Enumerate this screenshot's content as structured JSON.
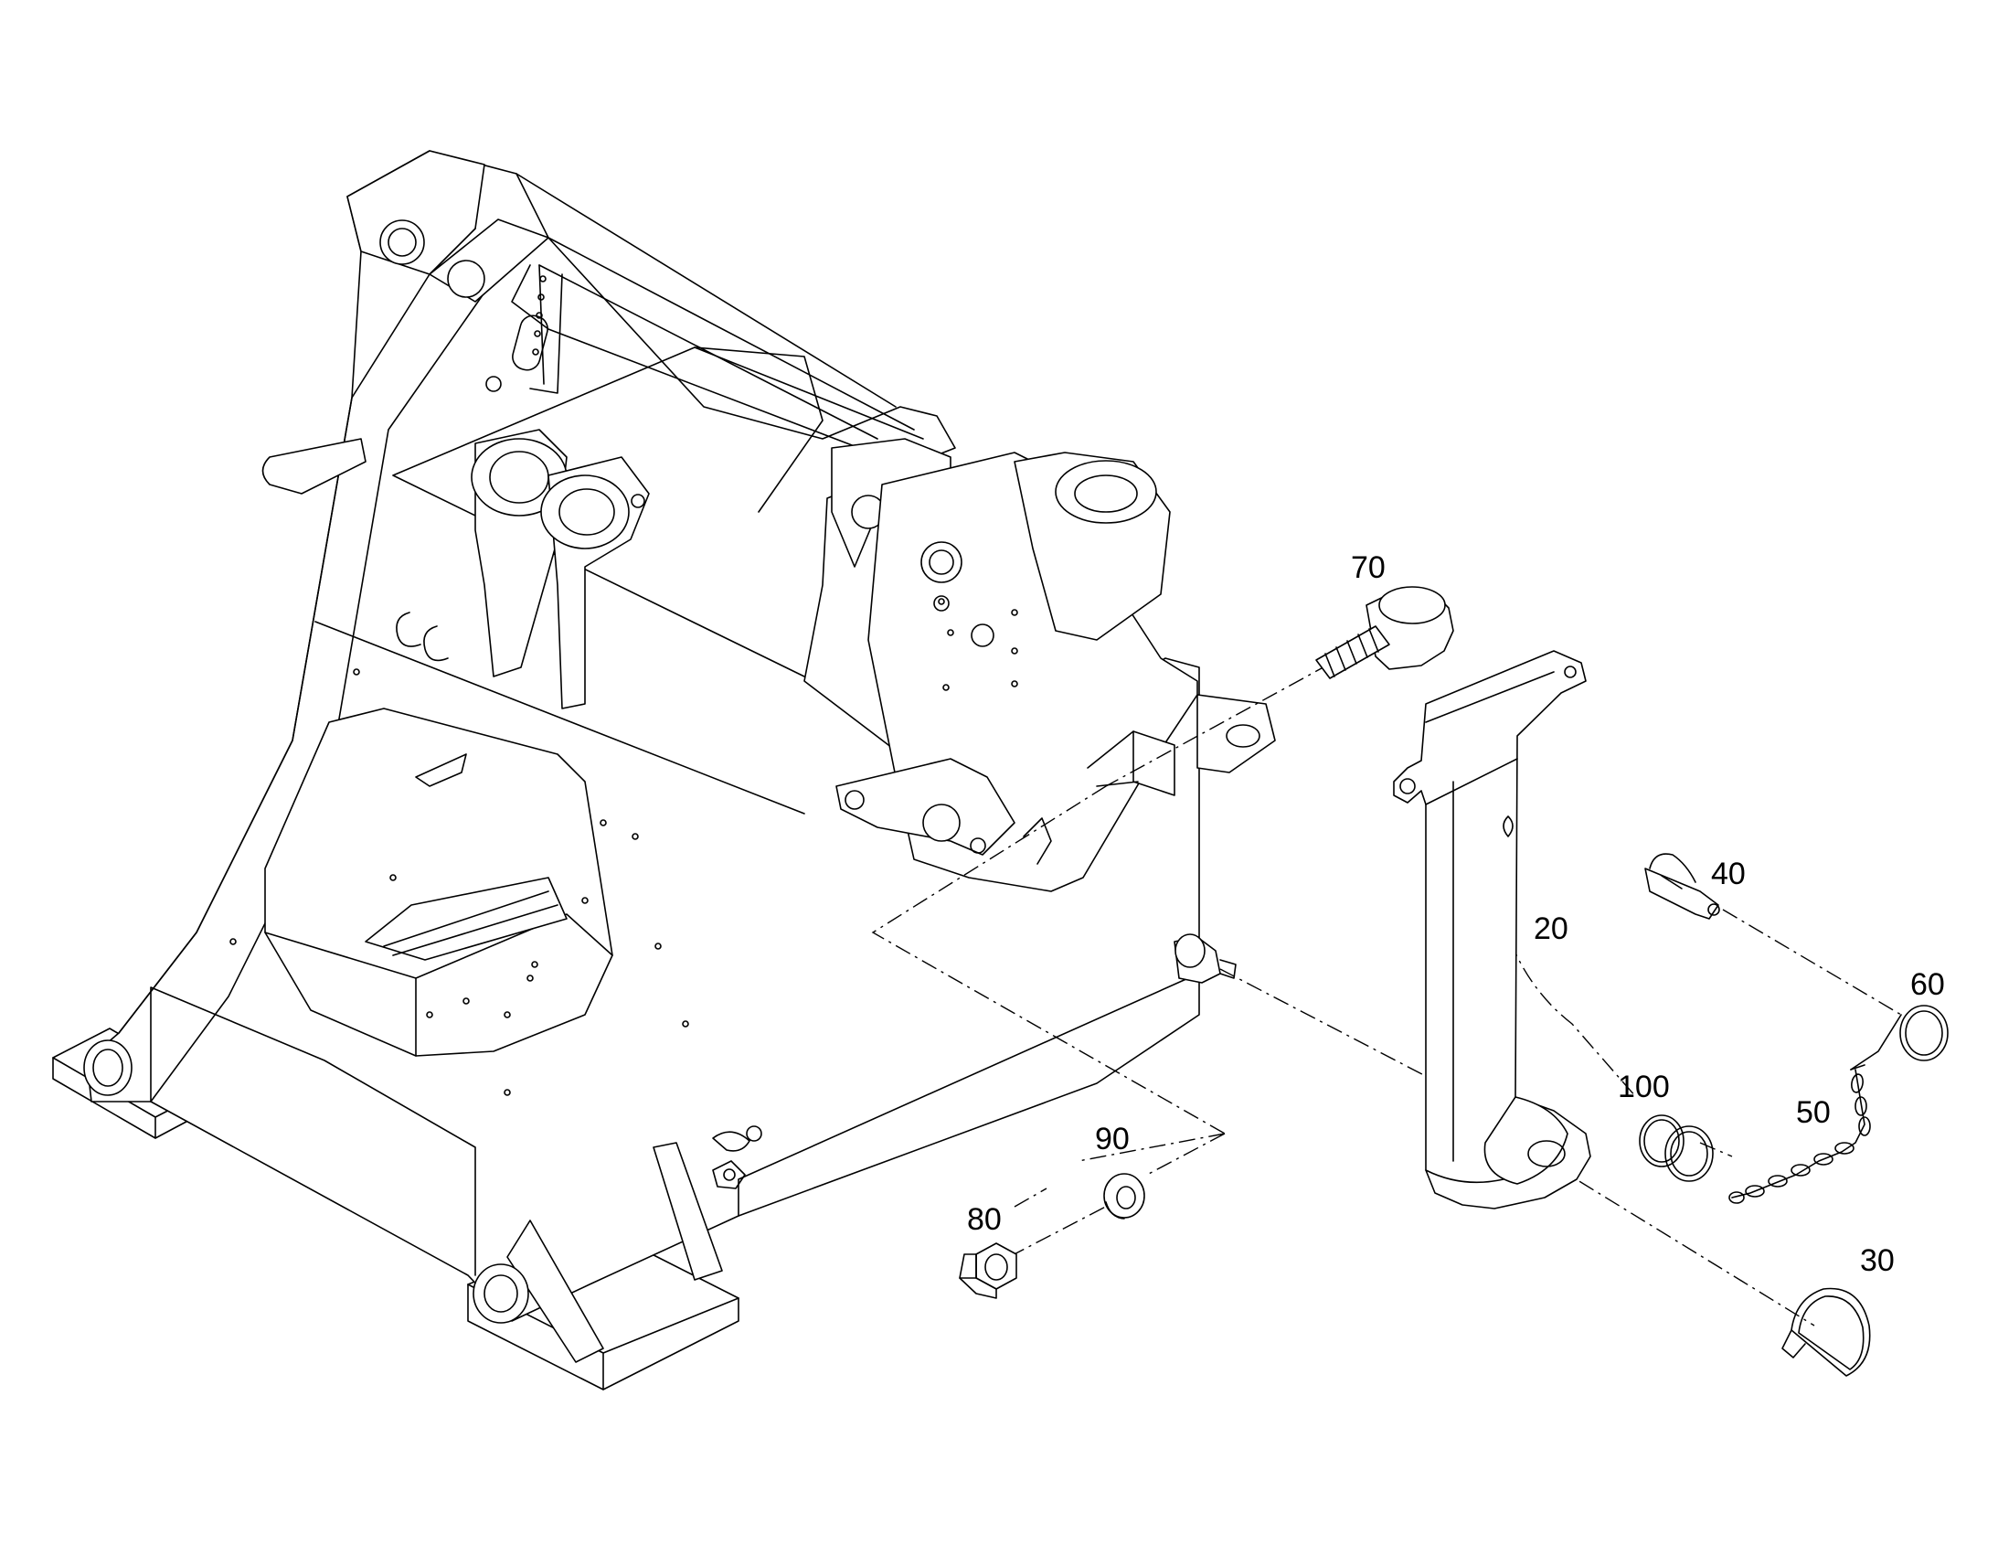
{
  "callouts": {
    "p20": "20",
    "p30": "30",
    "p40": "40",
    "p50": "50",
    "p60": "60",
    "p70": "70",
    "p80": "80",
    "p90": "90",
    "p100": "100"
  }
}
